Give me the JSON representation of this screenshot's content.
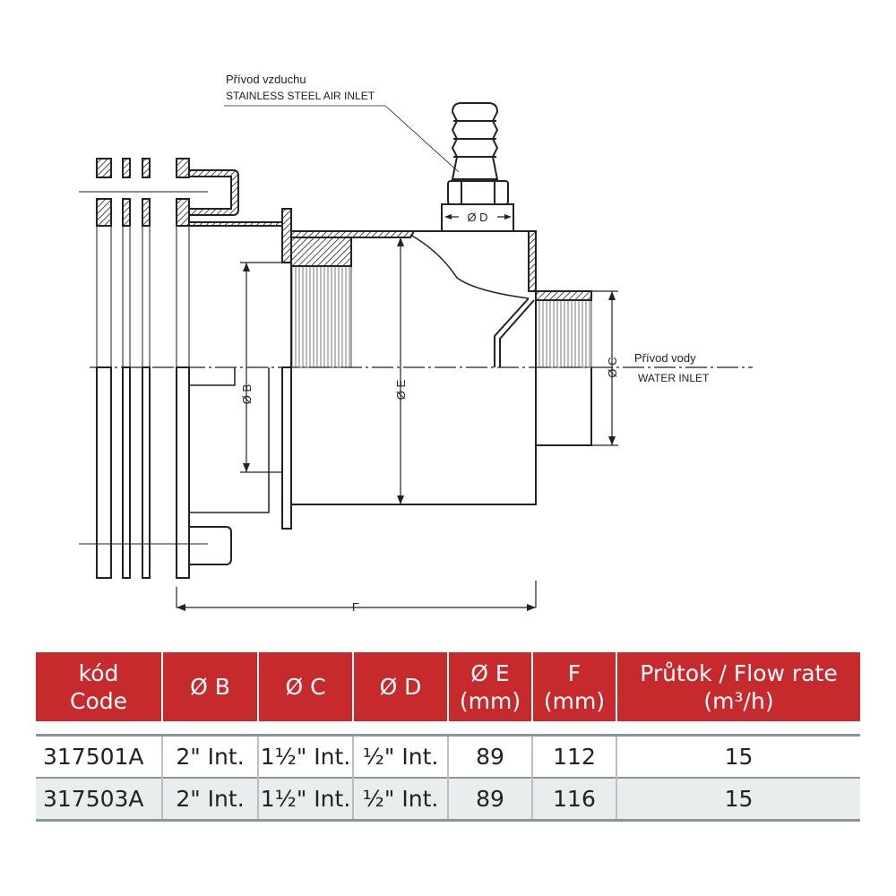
{
  "drawing": {
    "air_label_cz": "Přívod vzduchu",
    "air_label_en": "STAINLESS STEEL AIR INLET",
    "water_label_cz": "Přívod vody",
    "water_label_en": "WATER INLET",
    "dim_b": "Ø B",
    "dim_c": "Ø C",
    "dim_d": "Ø D",
    "dim_e": "Ø E",
    "dim_f": "F"
  },
  "table": {
    "headers": [
      {
        "line1": "kód",
        "line2": "Code"
      },
      {
        "line1": "Ø B",
        "line2": ""
      },
      {
        "line1": "Ø C",
        "line2": ""
      },
      {
        "line1": "Ø D",
        "line2": ""
      },
      {
        "line1": "Ø E",
        "line2": "(mm)"
      },
      {
        "line1": "F",
        "line2": "(mm)"
      },
      {
        "line1": "Průtok / Flow rate",
        "line2": "(m³/h)"
      }
    ],
    "rows": [
      [
        "317501A",
        "2\" Int.",
        "1½\" Int.",
        "½\" Int.",
        "89",
        "112",
        "15"
      ],
      [
        "317503A",
        "2\" Int.",
        "1½\" Int.",
        "½\" Int.",
        "89",
        "116",
        "15"
      ]
    ]
  }
}
